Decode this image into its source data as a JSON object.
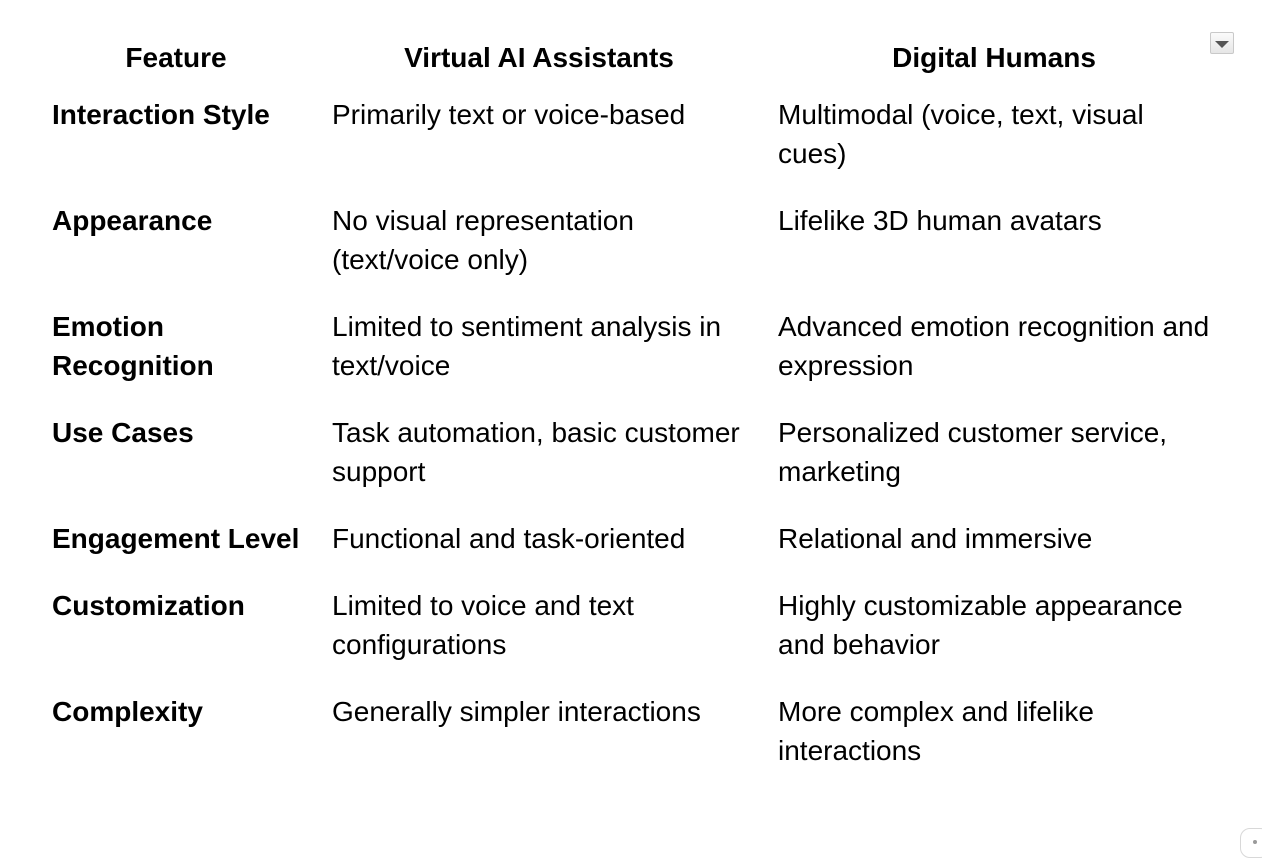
{
  "table": {
    "headers": [
      "Feature",
      "Virtual AI Assistants",
      "Digital Humans"
    ],
    "rows": [
      {
        "feature": "Interaction Style",
        "virtual": "Primarily text or voice-based",
        "digital": "Multimodal (voice, text, visual cues)"
      },
      {
        "feature": "Appearance",
        "virtual": "No visual representation (text/voice only)",
        "digital": "Lifelike 3D human avatars"
      },
      {
        "feature": "Emotion Recognition",
        "virtual": "Limited to sentiment analysis in text/voice",
        "digital": "Advanced emotion recognition and expression"
      },
      {
        "feature": "Use Cases",
        "virtual": "Task automation, basic customer support",
        "digital": "Personalized customer service, marketing"
      },
      {
        "feature": "Engagement Level",
        "virtual": "Functional and task-oriented",
        "digital": "Relational and immersive"
      },
      {
        "feature": "Customization",
        "virtual": "Limited to voice and text configurations",
        "digital": "Highly customizable appearance and behavior"
      },
      {
        "feature": "Complexity",
        "virtual": "Generally simpler interactions",
        "digital": "More complex and lifelike interactions"
      }
    ]
  },
  "controls": {
    "dropdown_icon": "triangle-down-icon",
    "resize_icon": "resize-handle-icon"
  }
}
